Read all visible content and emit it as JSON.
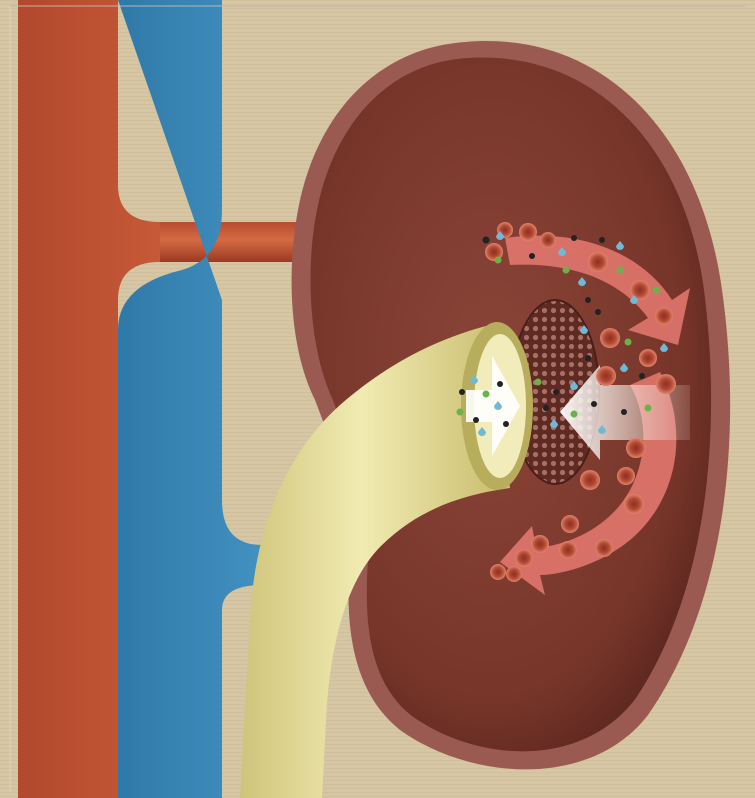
{
  "image": {
    "kind": "kidney filtration illustration",
    "text_labels": []
  },
  "palette": {
    "background": "#d6c6a4",
    "artery": "#c55838",
    "artery_dark": "#8e3420",
    "vein": "#3f8dbc",
    "vein_dark": "#235f8a",
    "ureter": "#e9e2a0",
    "ureter_dark": "#b9ad5c",
    "kidney_outer": "#9a5a52",
    "kidney_inner": "#7c3a30",
    "kidney_inner_dark": "#5a2620",
    "arrow_red": "#e77a72",
    "arrow_white": "#f6ece4",
    "rbc": "#b24a34",
    "rbc_rim": "#e0836c",
    "particle_teal": "#6fb9d8",
    "particle_green": "#6bb24a",
    "particle_black": "#222222"
  },
  "components": [
    {
      "name": "renal-artery",
      "color_key": "artery"
    },
    {
      "name": "renal-vein",
      "color_key": "vein"
    },
    {
      "name": "ureter",
      "color_key": "ureter"
    },
    {
      "name": "kidney",
      "color_key": "kidney_outer"
    },
    {
      "name": "filter-membrane",
      "color_key": "kidney_inner_dark"
    },
    {
      "name": "blood-flow-arrows",
      "color_key": "arrow_red"
    },
    {
      "name": "filtrate-flow-arrow",
      "color_key": "arrow_white"
    },
    {
      "name": "red-blood-cells",
      "color_key": "rbc"
    },
    {
      "name": "waste-particles",
      "color_key": "particle_teal"
    }
  ]
}
